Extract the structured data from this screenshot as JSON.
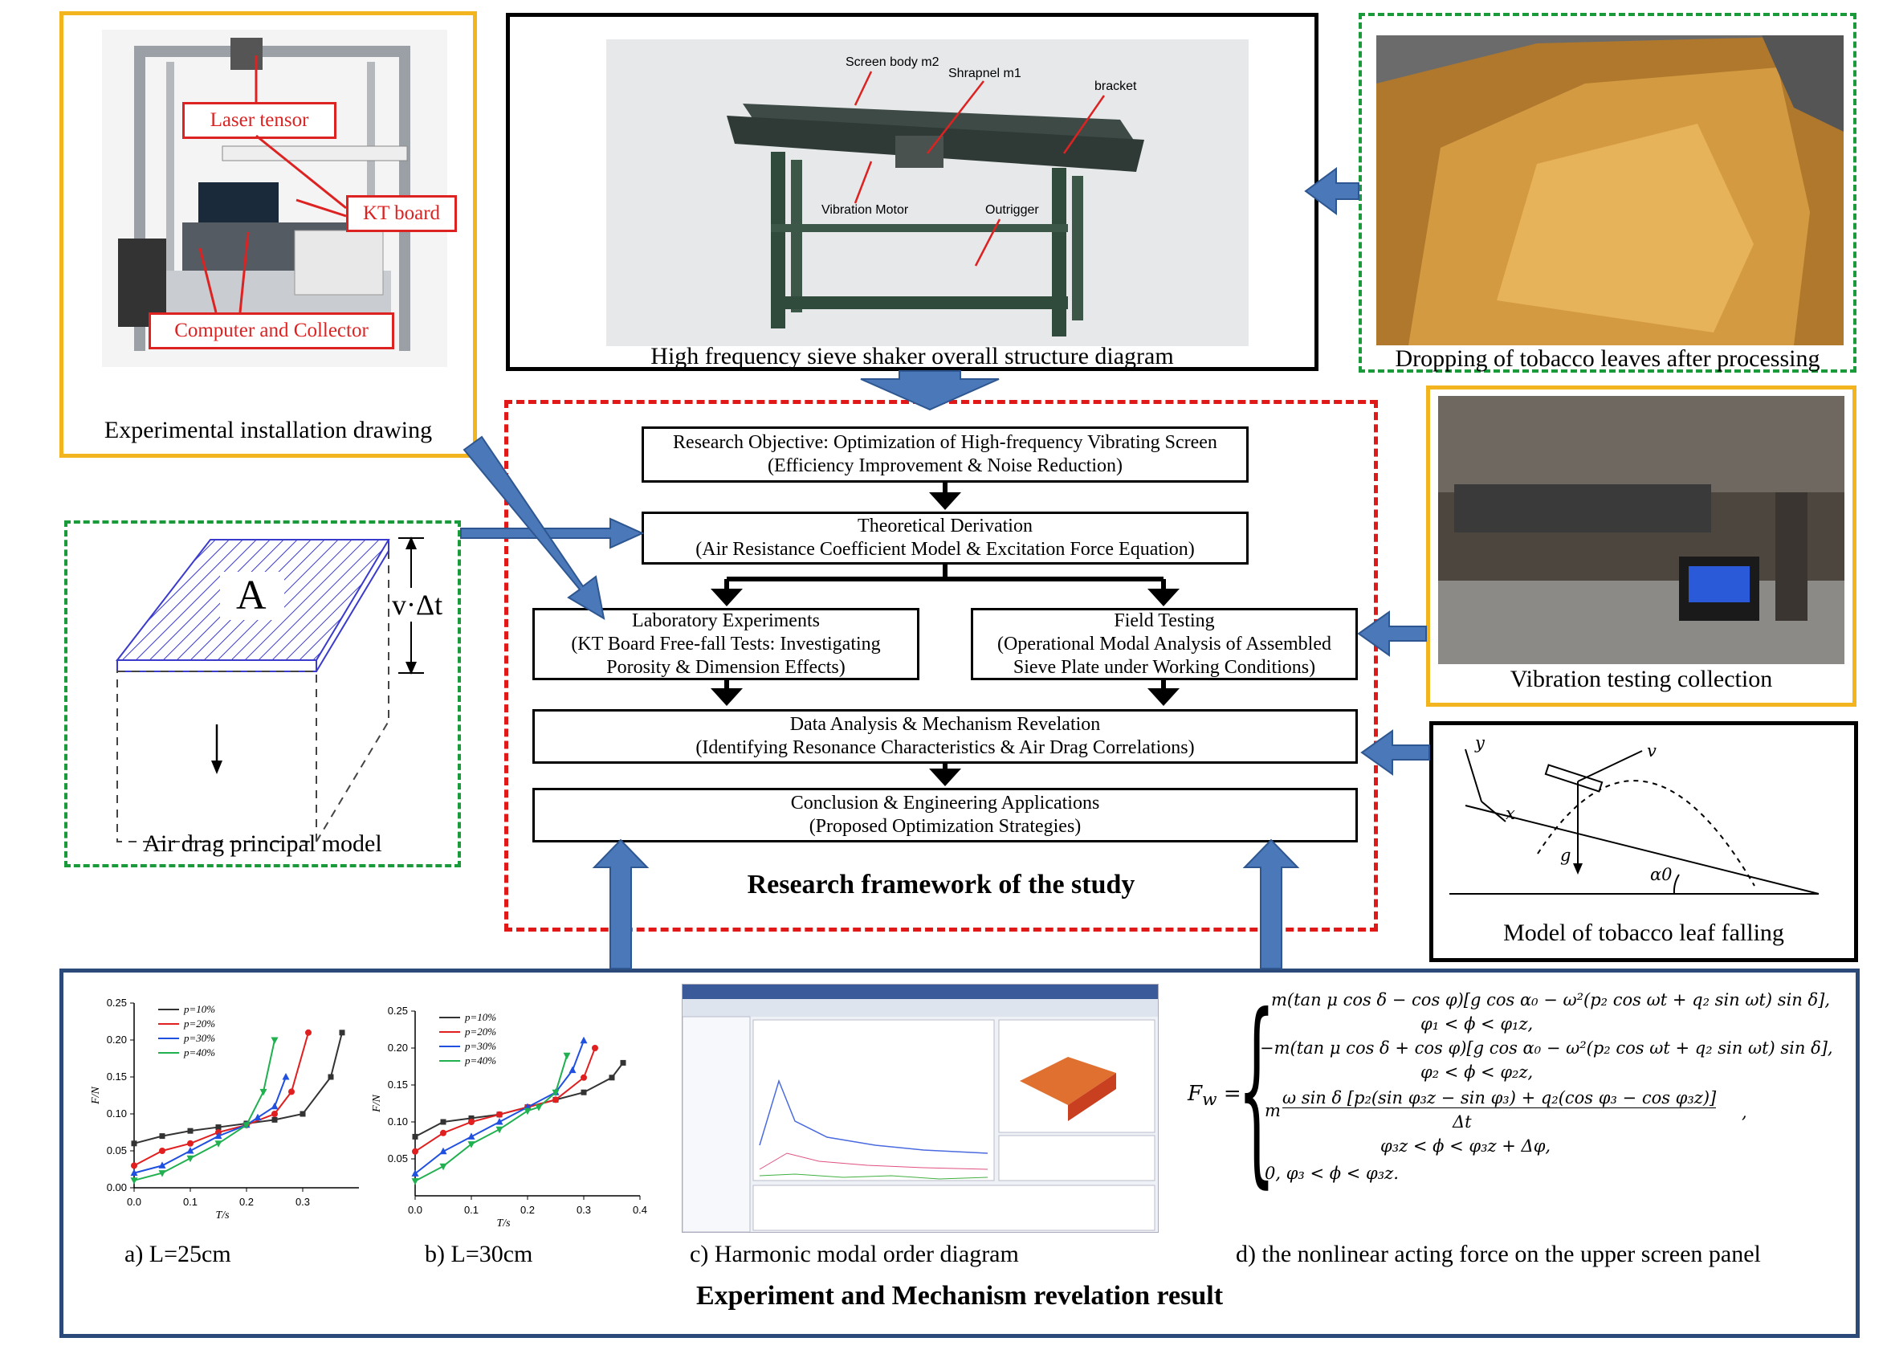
{
  "panels": {
    "experimental": {
      "caption": "Experimental installation drawing",
      "labels": {
        "laser": "Laser tensor",
        "kt": "KT board",
        "computer": "Computer and Collector"
      }
    },
    "sieve": {
      "caption": "High frequency sieve shaker overall structure diagram",
      "labels": {
        "screen": "Screen body m2",
        "shrapnel": "Shrapnel m1",
        "bracket": "bracket",
        "motor": "Vibration Motor",
        "outrigger": "Outrigger"
      }
    },
    "tobacco": {
      "caption": "Dropping of tobacco leaves after processing"
    },
    "vibration": {
      "caption": "Vibration testing collection"
    },
    "air_drag": {
      "caption": "Air drag principal model",
      "area_label": "A",
      "height_label": "v·Δt"
    },
    "falling": {
      "caption": "Model of tobacco leaf falling",
      "labels": {
        "y": "y",
        "x": "x",
        "v": "v",
        "g": "g",
        "alpha": "α0"
      }
    }
  },
  "framework": {
    "title": "Research framework of the study",
    "boxes": {
      "objective": {
        "line1": "Research Objective: Optimization of High-frequency Vibrating Screen",
        "line2": "(Efficiency Improvement & Noise Reduction)"
      },
      "theory": {
        "line1": "Theoretical Derivation",
        "line2": "(Air Resistance Coefficient Model & Excitation Force Equation)"
      },
      "lab": {
        "line1": "Laboratory Experiments",
        "line2": "(KT Board Free-fall Tests: Investigating",
        "line3": "Porosity & Dimension Effects)"
      },
      "field": {
        "line1": "Field Testing",
        "line2": "(Operational Modal Analysis of Assembled",
        "line3": "Sieve Plate under Working Conditions)"
      },
      "data": {
        "line1": "Data Analysis & Mechanism Revelation",
        "line2": "(Identifying Resonance Characteristics & Air Drag Correlations)"
      },
      "conclusion": {
        "line1": "Conclusion & Engineering Applications",
        "line2": "(Proposed Optimization Strategies)"
      }
    }
  },
  "results": {
    "title": "Experiment and Mechanism revelation result",
    "captions": {
      "a": "a) L=25cm",
      "b": "b) L=30cm",
      "c": "c) Harmonic modal order diagram",
      "d": "d) the nonlinear acting force on the upper screen panel"
    }
  },
  "chart_data": [
    {
      "type": "line",
      "xlabel": "T/s",
      "ylabel": "F/N",
      "xlim": [
        0,
        0.4
      ],
      "ylim": [
        0,
        0.25
      ],
      "xticks": [
        "0.0",
        "0.1",
        "0.2",
        "0.3"
      ],
      "yticks": [
        "0.00",
        "0.05",
        "0.10",
        "0.15",
        "0.20",
        "0.25"
      ],
      "legend": "top-left",
      "series": [
        {
          "name": "p=10%",
          "color": "#333333",
          "x": [
            0,
            0.05,
            0.1,
            0.15,
            0.2,
            0.25,
            0.3,
            0.35,
            0.37
          ],
          "y": [
            0.06,
            0.07,
            0.077,
            0.082,
            0.087,
            0.092,
            0.1,
            0.15,
            0.21
          ]
        },
        {
          "name": "p=20%",
          "color": "#e02020",
          "x": [
            0,
            0.05,
            0.1,
            0.15,
            0.2,
            0.25,
            0.28,
            0.31
          ],
          "y": [
            0.03,
            0.05,
            0.06,
            0.075,
            0.085,
            0.1,
            0.13,
            0.21
          ]
        },
        {
          "name": "p=30%",
          "color": "#2050e0",
          "x": [
            0,
            0.05,
            0.1,
            0.15,
            0.2,
            0.22,
            0.25,
            0.27
          ],
          "y": [
            0.02,
            0.03,
            0.05,
            0.07,
            0.085,
            0.095,
            0.11,
            0.15
          ]
        },
        {
          "name": "p=40%",
          "color": "#20b050",
          "x": [
            0,
            0.05,
            0.1,
            0.15,
            0.2,
            0.23,
            0.25
          ],
          "y": [
            0.01,
            0.02,
            0.04,
            0.06,
            0.085,
            0.13,
            0.2
          ]
        }
      ]
    },
    {
      "type": "line",
      "xlabel": "T/s",
      "ylabel": "F/N",
      "xlim": [
        0,
        0.4
      ],
      "ylim": [
        0,
        0.25
      ],
      "xticks": [
        "0.0",
        "0.1",
        "0.2",
        "0.3",
        "0.4"
      ],
      "yticks": [
        "0.05",
        "0.10",
        "0.15",
        "0.20",
        "0.25"
      ],
      "legend": "top-left",
      "series": [
        {
          "name": "p=10%",
          "color": "#333333",
          "x": [
            0,
            0.05,
            0.1,
            0.15,
            0.2,
            0.25,
            0.3,
            0.35,
            0.37
          ],
          "y": [
            0.08,
            0.1,
            0.105,
            0.11,
            0.12,
            0.13,
            0.14,
            0.16,
            0.18
          ]
        },
        {
          "name": "p=20%",
          "color": "#e02020",
          "x": [
            0,
            0.05,
            0.1,
            0.15,
            0.2,
            0.25,
            0.3,
            0.32
          ],
          "y": [
            0.06,
            0.085,
            0.1,
            0.11,
            0.12,
            0.13,
            0.16,
            0.2
          ]
        },
        {
          "name": "p=30%",
          "color": "#2050e0",
          "x": [
            0,
            0.05,
            0.1,
            0.15,
            0.2,
            0.25,
            0.28,
            0.3
          ],
          "y": [
            0.03,
            0.06,
            0.08,
            0.1,
            0.12,
            0.14,
            0.17,
            0.21
          ]
        },
        {
          "name": "p=40%",
          "color": "#20b050",
          "x": [
            0,
            0.05,
            0.1,
            0.15,
            0.2,
            0.22,
            0.25,
            0.27
          ],
          "y": [
            0.02,
            0.04,
            0.07,
            0.09,
            0.115,
            0.12,
            0.14,
            0.19
          ]
        }
      ]
    }
  ],
  "formula": {
    "lhs": "F",
    "lhs_sub": "w",
    "eq": "=",
    "line1": "m(tan μ cos δ − cos φ)[g cos α₀ − ω²(p₂ cos ωt + q₂ sin ωt) sin δ],",
    "cond1": "φ₁ < ϕ < φ₁z,",
    "line2": "−m(tan μ cos δ + cos φ)[g cos α₀ − ω²(p₂ cos ωt + q₂ sin ωt) sin δ],",
    "cond2": "φ₂ < ϕ < φ₂z,",
    "line3_prefix": "m",
    "line3_num": "ω sin δ [p₂(sin φ₃z − sin φ₃) + q₂(cos φ₃ − cos φ₃z)]",
    "line3_den": "Δt",
    "line3_suffix": ",",
    "cond3": "φ₃z < ϕ < φ₃z + Δφ,",
    "line4": "0, φ₃ < ϕ < φ₃z."
  },
  "colors": {
    "arrow": "#4a78b8",
    "arrow_edge": "#2e5690",
    "orange": "#f2b520",
    "green": "#1a9a3a",
    "red": "#e01818",
    "navy": "#2b4a7a"
  }
}
